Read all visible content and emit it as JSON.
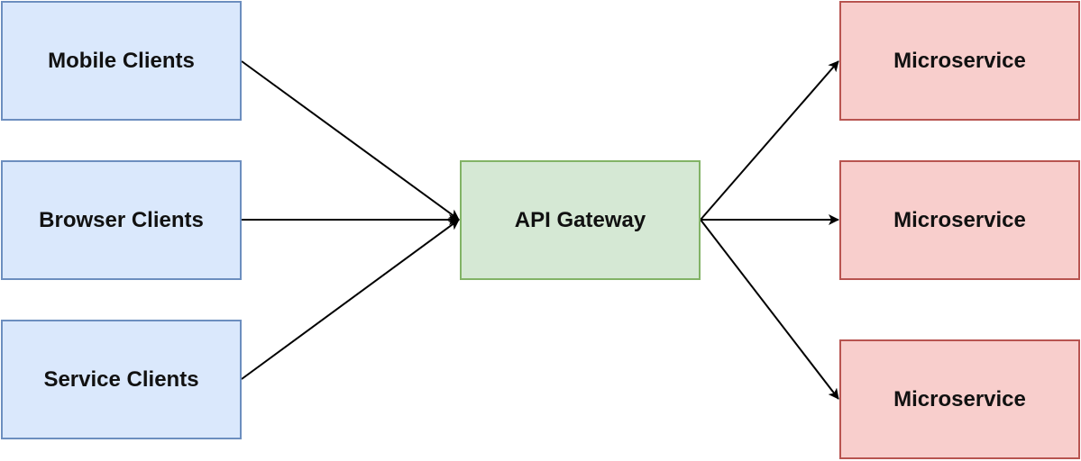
{
  "diagram": {
    "clients": [
      {
        "id": "mobile",
        "label": "Mobile Clients"
      },
      {
        "id": "browser",
        "label": "Browser Clients"
      },
      {
        "id": "service",
        "label": "Service Clients"
      }
    ],
    "gateway": {
      "id": "gateway",
      "label": "API Gateway"
    },
    "services": [
      {
        "id": "ms1",
        "label": "Microservice"
      },
      {
        "id": "ms2",
        "label": "Microservice"
      },
      {
        "id": "ms3",
        "label": "Microservice"
      }
    ],
    "edges": [
      {
        "from": "mobile",
        "to": "gateway"
      },
      {
        "from": "browser",
        "to": "gateway"
      },
      {
        "from": "service",
        "to": "gateway"
      },
      {
        "from": "gateway",
        "to": "ms1"
      },
      {
        "from": "gateway",
        "to": "ms2"
      },
      {
        "from": "gateway",
        "to": "ms3"
      }
    ],
    "colors": {
      "client_fill": "#dae8fc",
      "client_stroke": "#6c8ebf",
      "gateway_fill": "#d5e8d4",
      "gateway_stroke": "#82b366",
      "service_fill": "#f8cecc",
      "service_stroke": "#b85450",
      "edge": "#000000"
    }
  }
}
